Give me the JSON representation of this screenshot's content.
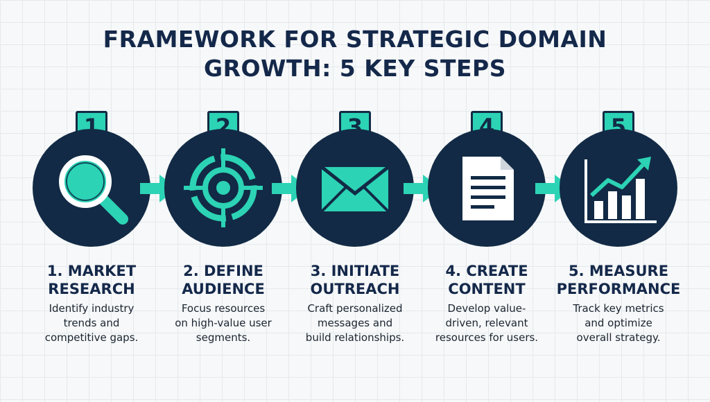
{
  "title": {
    "line1": "FRAMEWORK FOR STRATEGIC DOMAIN",
    "line2": "GROWTH: 5 KEY STEPS"
  },
  "colors": {
    "accent": "#2cd3b5",
    "navy": "#122a45",
    "background": "#f6f8f9"
  },
  "steps": [
    {
      "number": "1",
      "icon": "magnifying-glass-icon",
      "title_line1": "1. MARKET",
      "title_line2": "RESEARCH",
      "desc_line1": "Identify industry",
      "desc_line2": "trends and",
      "desc_line3": "competitive gaps."
    },
    {
      "number": "2",
      "icon": "target-icon",
      "title_line1": "2. DEFINE",
      "title_line2": "AUDIENCE",
      "desc_line1": "Focus resources",
      "desc_line2": "on high-value user",
      "desc_line3": "segments."
    },
    {
      "number": "3",
      "icon": "envelope-icon",
      "title_line1": "3. INITIATE",
      "title_line2": "OUTREACH",
      "desc_line1": "Craft personalized",
      "desc_line2": "messages and",
      "desc_line3": "build relationships."
    },
    {
      "number": "4",
      "icon": "document-icon",
      "title_line1": "4. CREATE",
      "title_line2": "CONTENT",
      "desc_line1": "Develop value-",
      "desc_line2": "driven, relevant",
      "desc_line3": "resources for users."
    },
    {
      "number": "5",
      "icon": "growth-chart-icon",
      "title_line1": "5. MEASURE",
      "title_line2": "PERFORMANCE",
      "desc_line1": "Track key metrics",
      "desc_line2": "and optimize",
      "desc_line3": "overall strategy."
    }
  ]
}
